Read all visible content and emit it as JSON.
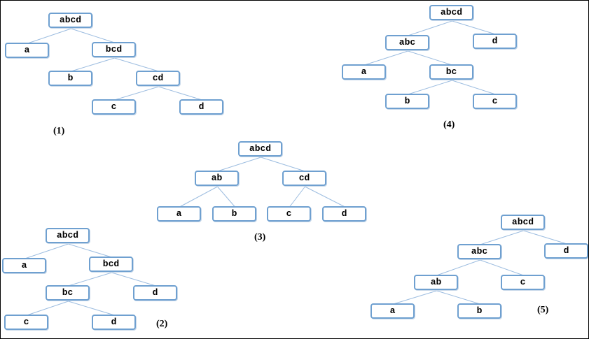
{
  "colors": {
    "node_border": "#6fa0d0",
    "edge": "#9dbde0",
    "text": "#000000"
  },
  "trees": [
    {
      "caption": "(1)",
      "nodes": [
        {
          "id": "t1-abcd",
          "label": "abcd"
        },
        {
          "id": "t1-a",
          "label": "a"
        },
        {
          "id": "t1-bcd",
          "label": "bcd"
        },
        {
          "id": "t1-b",
          "label": "b"
        },
        {
          "id": "t1-cd",
          "label": "cd"
        },
        {
          "id": "t1-c",
          "label": "c"
        },
        {
          "id": "t1-d",
          "label": "d"
        }
      ],
      "edges": [
        [
          "t1-abcd",
          "t1-a"
        ],
        [
          "t1-abcd",
          "t1-bcd"
        ],
        [
          "t1-bcd",
          "t1-b"
        ],
        [
          "t1-bcd",
          "t1-cd"
        ],
        [
          "t1-cd",
          "t1-c"
        ],
        [
          "t1-cd",
          "t1-d"
        ]
      ]
    },
    {
      "caption": "(2)",
      "nodes": [
        {
          "id": "t2-abcd",
          "label": "abcd"
        },
        {
          "id": "t2-a",
          "label": "a"
        },
        {
          "id": "t2-bcd",
          "label": "bcd"
        },
        {
          "id": "t2-bc",
          "label": "bc"
        },
        {
          "id": "t2-d",
          "label": "d"
        },
        {
          "id": "t2-c",
          "label": "c"
        },
        {
          "id": "t2-d2",
          "label": "d"
        }
      ],
      "edges": [
        [
          "t2-abcd",
          "t2-a"
        ],
        [
          "t2-abcd",
          "t2-bcd"
        ],
        [
          "t2-bcd",
          "t2-bc"
        ],
        [
          "t2-bcd",
          "t2-d"
        ],
        [
          "t2-bc",
          "t2-c"
        ],
        [
          "t2-bc",
          "t2-d2"
        ]
      ]
    },
    {
      "caption": "(3)",
      "nodes": [
        {
          "id": "t3-abcd",
          "label": "abcd"
        },
        {
          "id": "t3-ab",
          "label": "ab"
        },
        {
          "id": "t3-cd",
          "label": "cd"
        },
        {
          "id": "t3-a",
          "label": "a"
        },
        {
          "id": "t3-b",
          "label": "b"
        },
        {
          "id": "t3-c",
          "label": "c"
        },
        {
          "id": "t3-d",
          "label": "d"
        }
      ],
      "edges": [
        [
          "t3-abcd",
          "t3-ab"
        ],
        [
          "t3-abcd",
          "t3-cd"
        ],
        [
          "t3-ab",
          "t3-a"
        ],
        [
          "t3-ab",
          "t3-b"
        ],
        [
          "t3-cd",
          "t3-c"
        ],
        [
          "t3-cd",
          "t3-d"
        ]
      ]
    },
    {
      "caption": "(4)",
      "nodes": [
        {
          "id": "t4-abcd",
          "label": "abcd"
        },
        {
          "id": "t4-abc",
          "label": "abc"
        },
        {
          "id": "t4-d",
          "label": "d"
        },
        {
          "id": "t4-a",
          "label": "a"
        },
        {
          "id": "t4-bc",
          "label": "bc"
        },
        {
          "id": "t4-b",
          "label": "b"
        },
        {
          "id": "t4-c",
          "label": "c"
        }
      ],
      "edges": [
        [
          "t4-abcd",
          "t4-abc"
        ],
        [
          "t4-abcd",
          "t4-d"
        ],
        [
          "t4-abc",
          "t4-a"
        ],
        [
          "t4-abc",
          "t4-bc"
        ],
        [
          "t4-bc",
          "t4-b"
        ],
        [
          "t4-bc",
          "t4-c"
        ]
      ]
    },
    {
      "caption": "(5)",
      "nodes": [
        {
          "id": "t5-abcd",
          "label": "abcd"
        },
        {
          "id": "t5-abc",
          "label": "abc"
        },
        {
          "id": "t5-d",
          "label": "d"
        },
        {
          "id": "t5-ab",
          "label": "ab"
        },
        {
          "id": "t5-c",
          "label": "c"
        },
        {
          "id": "t5-a",
          "label": "a"
        },
        {
          "id": "t5-b",
          "label": "b"
        }
      ],
      "edges": [
        [
          "t5-abcd",
          "t5-abc"
        ],
        [
          "t5-abcd",
          "t5-d"
        ],
        [
          "t5-abc",
          "t5-ab"
        ],
        [
          "t5-abc",
          "t5-c"
        ],
        [
          "t5-ab",
          "t5-a"
        ],
        [
          "t5-ab",
          "t5-b"
        ]
      ]
    }
  ]
}
